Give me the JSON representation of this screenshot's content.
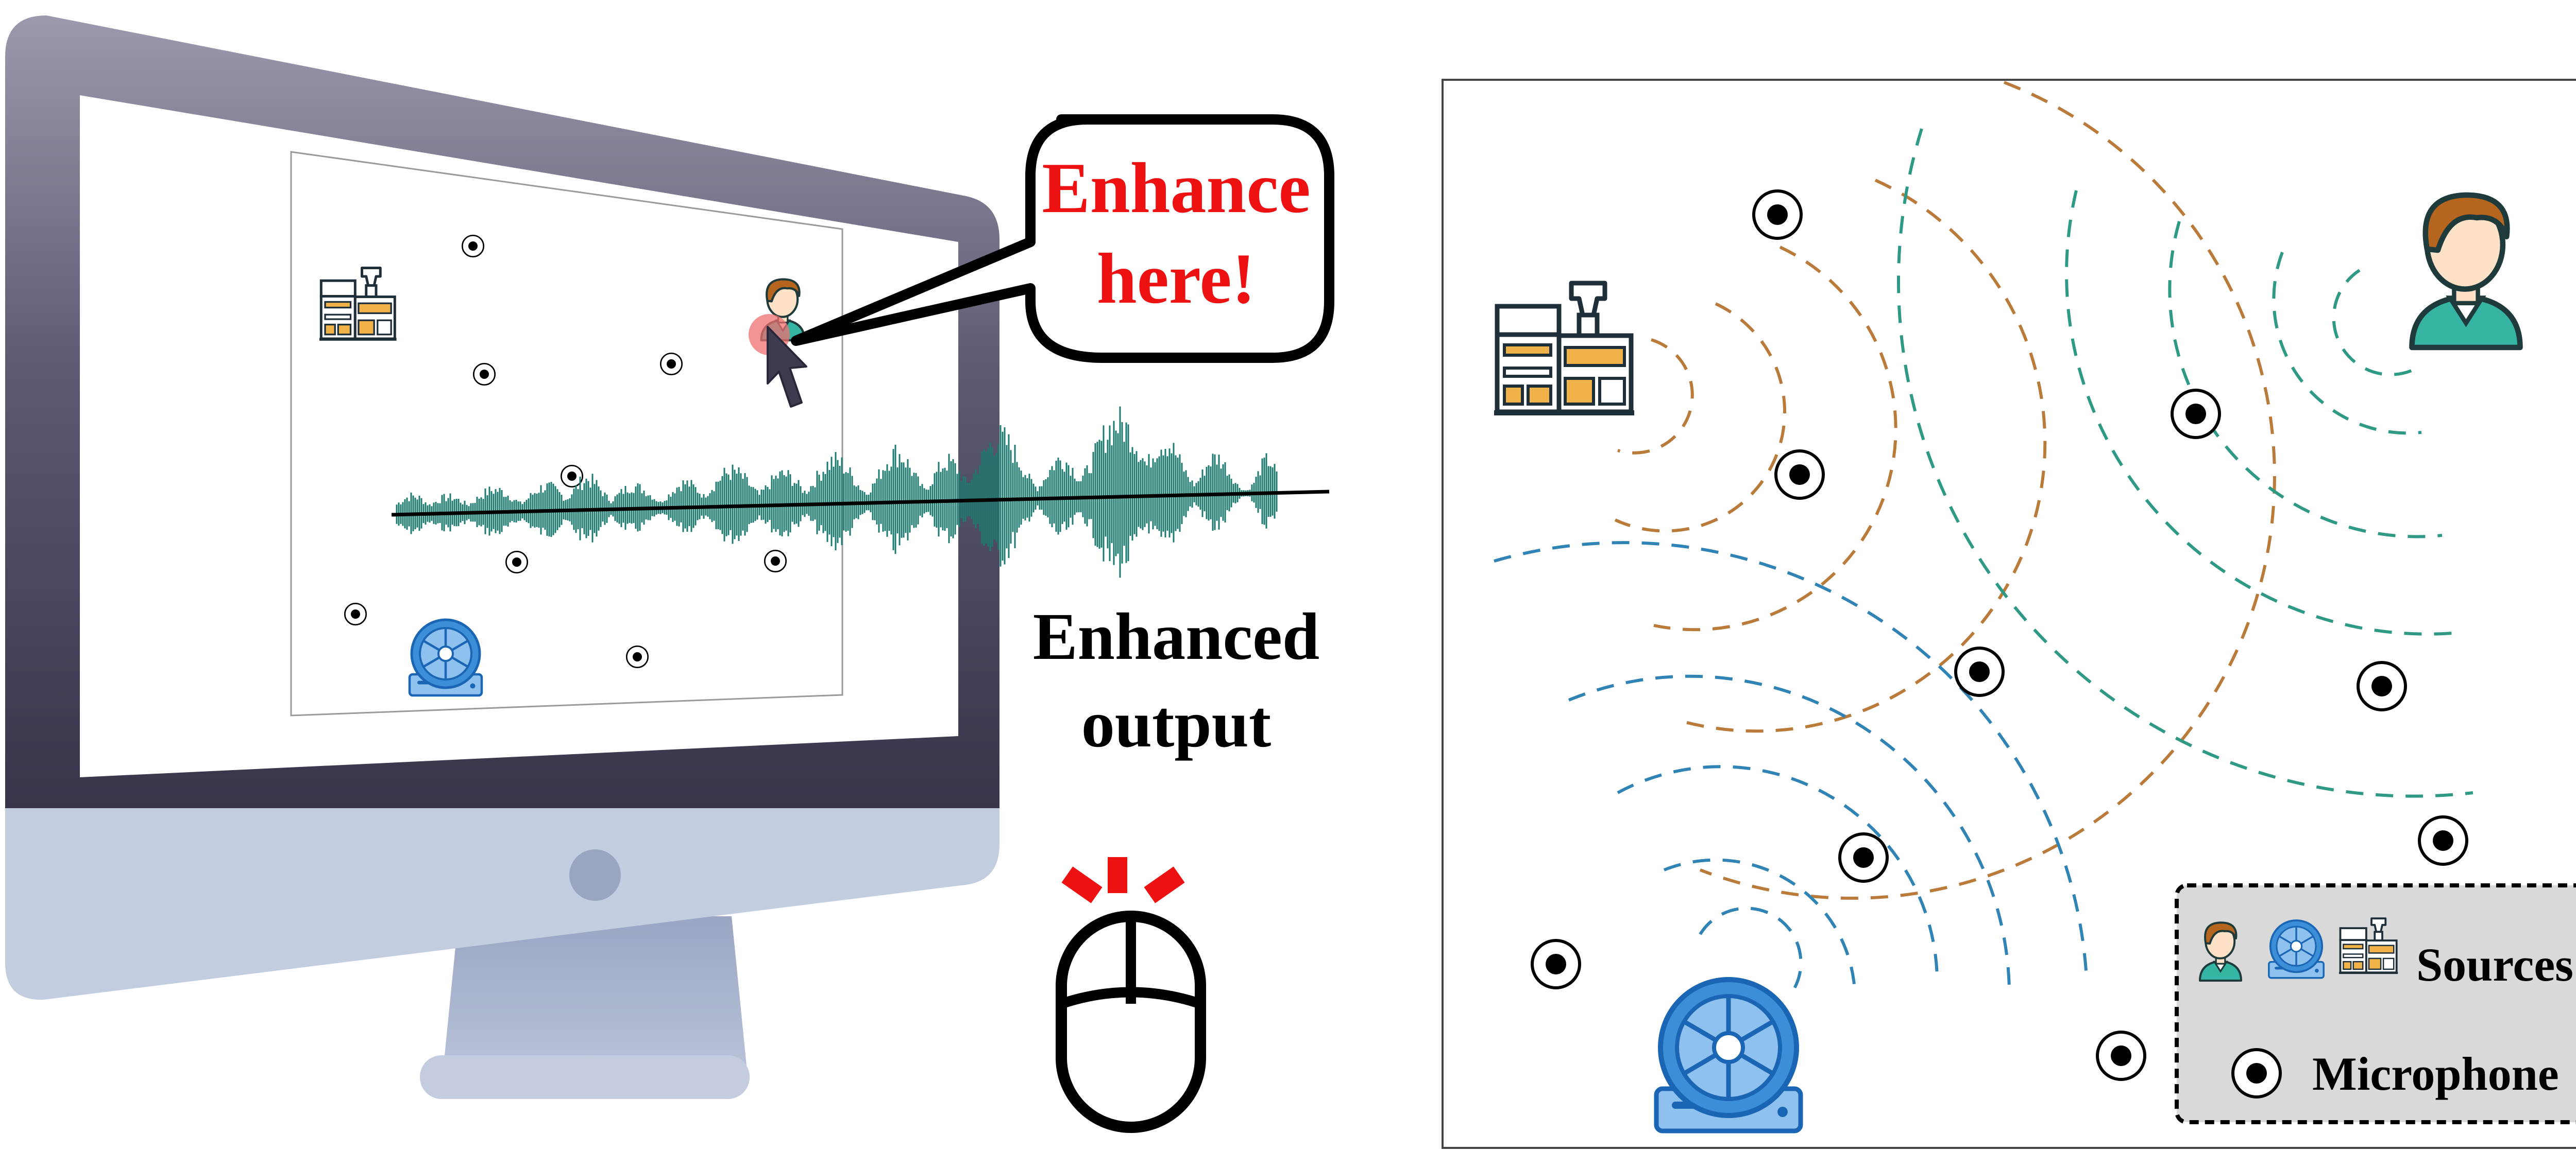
{
  "speech_bubble": {
    "line1": "Enhance",
    "line2": "here!"
  },
  "output_label": {
    "line1": "Enhanced",
    "line2": "output"
  },
  "legend": {
    "sources_label": "Sources",
    "microphone_label": "Microphone"
  },
  "colors": {
    "speech_text": "#ee1111",
    "waveform": "#1d7a6e",
    "wave_brown": "#b97a3a",
    "wave_teal": "#2e9a86",
    "wave_blue": "#2f83b5",
    "legend_fill": "#d9d9d9",
    "monitor_bezel": "#4f4d62",
    "monitor_chin": "#c3cde0",
    "fan_blue": "#3c8fd6",
    "factory_orange": "#f1b24a",
    "person_hair": "#b5651d",
    "person_shirt": "#35b3a3",
    "click_red": "#ee1111"
  }
}
